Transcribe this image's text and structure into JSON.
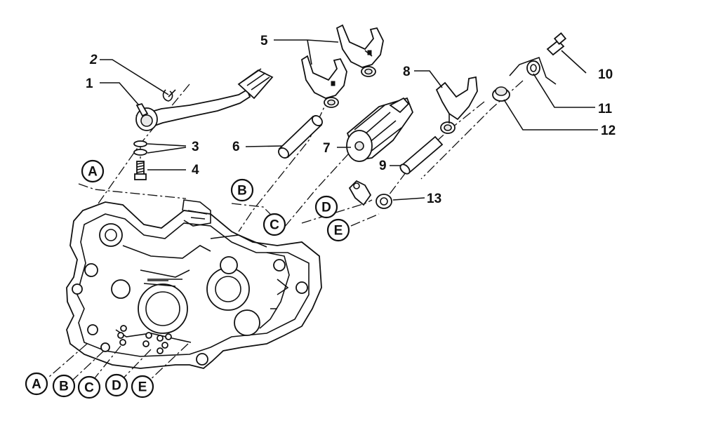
{
  "diagram": {
    "callouts": {
      "c1": "1",
      "c2": "2",
      "c3": "3",
      "c4": "4",
      "c5": "5",
      "c6": "6",
      "c7": "7",
      "c8": "8",
      "c9": "9",
      "c10": "10",
      "c11": "11",
      "c12": "12",
      "c13": "13"
    },
    "upper_letters": {
      "A": "A",
      "B": "B",
      "C": "C",
      "D": "D",
      "E": "E"
    },
    "lower_letters": [
      "A",
      "B",
      "C",
      "D",
      "E"
    ]
  }
}
